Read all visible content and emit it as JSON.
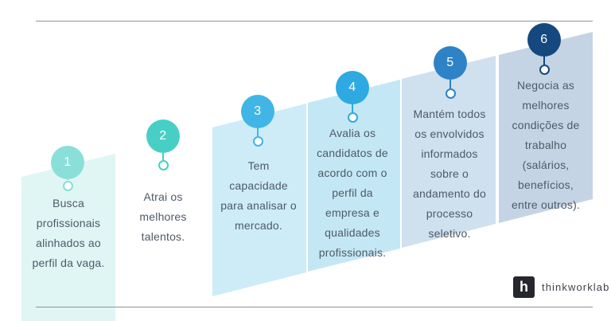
{
  "steps": [
    {
      "number": "1",
      "text": "Busca\nprofissionais\nalinhados ao\nperfil da vaga.",
      "circle_color": "#8adfd9",
      "panel_color": "#dff6f4"
    },
    {
      "number": "2",
      "text": "Atrai os\nmelhores\ntalentos.",
      "circle_color": "#47cfc5",
      "panel_color": ""
    },
    {
      "number": "3",
      "text": "Tem\ncapacidade\npara analisar o\nmercado.",
      "circle_color": "#41b6e6",
      "panel_color": "#cdecf8"
    },
    {
      "number": "4",
      "text": "Avalia os\ncandidatos de\nacordo com o\nperfil da\nempresa e\nqualidades\nprofissionais.",
      "circle_color": "#2fa9e1",
      "panel_color": "#c4e7f5"
    },
    {
      "number": "5",
      "text": "Mantém todos\nos envolvidos\ninformados\nsobre o\nandamento do\nprocesso\nseletivo.",
      "circle_color": "#2e83c7",
      "panel_color": "#cfe0ef"
    },
    {
      "number": "6",
      "text": "Negocia as\nmelhores\ncondições de\ntrabalho\n(salários,\nbenefícios,\nentre outros).",
      "circle_color": "#15487e",
      "panel_color": "#c5d4e4"
    }
  ],
  "footer": {
    "logo_letter": "h",
    "brand": "thinkworklab"
  },
  "colors": {
    "text": "#4e5a68",
    "rule": "#8d949b"
  }
}
